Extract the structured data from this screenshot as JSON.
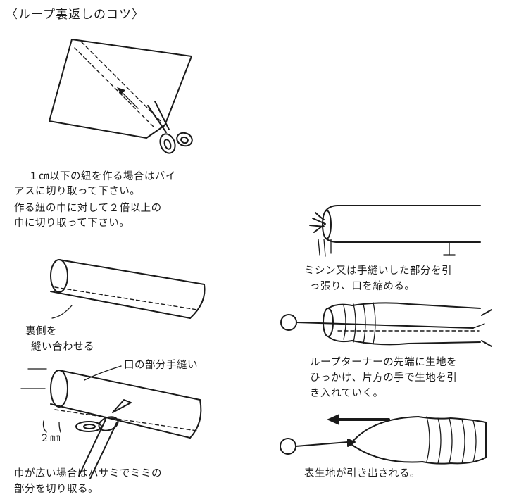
{
  "title": "〈ループ裏返しのコツ〉",
  "step1": {
    "line1": "１㎝以下の紐を作る場合はバイ",
    "line2": "アスに切り取って下さい。",
    "line3": "作る紐の巾に対して２倍以上の",
    "line4": "巾に切り取って下さい。"
  },
  "step2": {
    "line1": "裏側を",
    "line2": "縫い合わせる"
  },
  "step3": {
    "callout": "口の部分手縫い",
    "measure": "２㎜",
    "line1": "巾が広い場合はハサミでミミの",
    "line2": "部分を切り取る。"
  },
  "step4": {
    "line1": "ミシン又は手縫いした部分を引",
    "line2": "っ張り、口を縮める。"
  },
  "step5": {
    "line1": "ループターナーの先端に生地を",
    "line2": "ひっかけ、片方の手で生地を引",
    "line3": "き入れていく。"
  },
  "step6": {
    "line1": "表生地が引き出される。"
  }
}
